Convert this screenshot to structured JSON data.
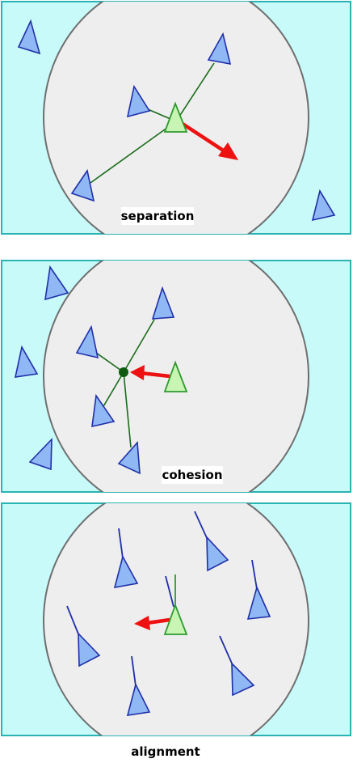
{
  "panels": [
    {
      "id": "separation",
      "label": "separation"
    },
    {
      "id": "cohesion",
      "label": "cohesion"
    },
    {
      "id": "alignment",
      "label": "alignment"
    }
  ],
  "colors": {
    "panel_bg": "#c8fafa",
    "panel_border": "#2ab3b3",
    "radius_fill": "#eeeeee",
    "radius_stroke": "#6e6e6e",
    "boid_fill": "#8fb8f5",
    "boid_stroke": "#1f2fa8",
    "focal_fill": "#c8f5b4",
    "focal_stroke": "#2e9a2e",
    "link_line": "#1a6b1a",
    "arrow": "#ee1111",
    "center_dot": "#0f5a0f",
    "heading_line": "#1f2fa8"
  }
}
